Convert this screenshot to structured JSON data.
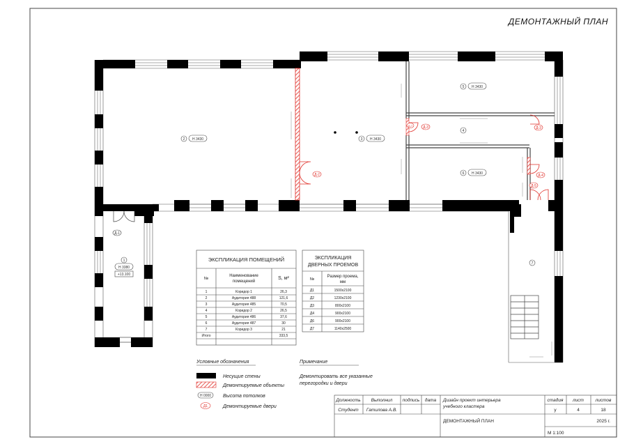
{
  "sheet_title": "ДЕМОНТАЖНЫЙ ПЛАН",
  "rooms": [
    {
      "num": "2",
      "height": "Н 3430"
    },
    {
      "num": "3",
      "height": "Н 3430"
    },
    {
      "num": "5",
      "height": "Н 3430"
    },
    {
      "num": "4",
      "height": ""
    },
    {
      "num": "6",
      "height": "Н 3430"
    },
    {
      "num": "1",
      "height": "Н 3380",
      "level": "+13.100"
    },
    {
      "num": "7",
      "height": ""
    }
  ],
  "door_tags": [
    "Д-1",
    "Д-2",
    "Д-3",
    "Д-3",
    "Д-4",
    "Д-5",
    "Д-7"
  ],
  "room_table": {
    "title": "ЭКСПЛИКАЦИЯ ПОМЕЩЕНИЙ",
    "headers": [
      "№",
      "Наименование помещений",
      "S, м²"
    ],
    "rows": [
      [
        "1",
        "Коридор 1",
        "26,3"
      ],
      [
        "2",
        "Аудитория 488",
        "121,6"
      ],
      [
        "3",
        "Аудитория 485",
        "70,5"
      ],
      [
        "4",
        "Коридор 2",
        "26,5"
      ],
      [
        "5",
        "Аудитория 486",
        "37,6"
      ],
      [
        "6",
        "Аудитория 487",
        "30"
      ],
      [
        "7",
        "Коридор 3",
        "21"
      ],
      [
        "Итого",
        "",
        "333,5"
      ]
    ]
  },
  "door_table": {
    "title_line1": "ЭКСПЛИКАЦИЯ",
    "title_line2": "ДВЕРНЫХ ПРОЕМОВ",
    "headers": [
      "№",
      "Размер проема, мм"
    ],
    "rows": [
      [
        "Д1",
        "1500х2100"
      ],
      [
        "Д2",
        "1230х2100"
      ],
      [
        "Д3",
        "800х2100"
      ],
      [
        "Д4",
        "900х2100"
      ],
      [
        "Д6",
        "900х2100"
      ],
      [
        "Д7",
        "1140х2500"
      ]
    ]
  },
  "legend": {
    "title": "Условные обозначения",
    "items": [
      {
        "symbol": "solid",
        "label": "Несущие стены"
      },
      {
        "symbol": "hatch",
        "label": "Демонтируемые объекты"
      },
      {
        "symbol": "height",
        "symbol_text": "Н 0000",
        "label": "Высота потолков"
      },
      {
        "symbol": "door",
        "symbol_text": "Д1",
        "label": "Демонтируемые двери"
      }
    ]
  },
  "note": {
    "title": "Примечание",
    "line1": "Демонтировать все указанные",
    "line2": "перегородки и двери"
  },
  "title_block": {
    "col_headers": [
      "Должность",
      "Выполнил",
      "подпись",
      "дата"
    ],
    "role": "Студент",
    "name": "Гатилова А.В.",
    "project_line1": "Дизайн проект интерьера",
    "project_line2": "учебного кластера",
    "sheet_name": "ДЕМОНТАЖНЫЙ ПЛАН",
    "stage_header": "стадия",
    "sheet_header": "лист",
    "sheets_header": "листов",
    "stage": "у",
    "sheet": "4",
    "sheets": "18",
    "year": "2025 г.",
    "scale": "М 1:100"
  },
  "colors": {
    "wall": "#000000",
    "demolish": "#e0302a",
    "line": "#333333"
  }
}
